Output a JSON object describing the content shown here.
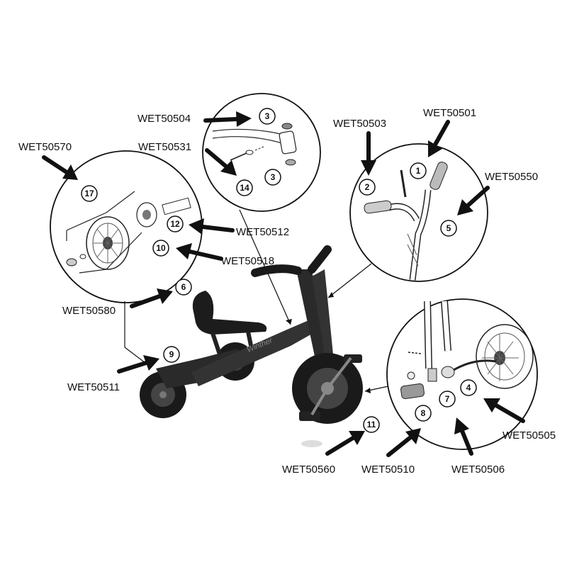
{
  "part_codes": {
    "wet50504": "WET50504",
    "wet50531": "WET50531",
    "wet50503": "WET50503",
    "wet50501": "WET50501",
    "wet50550": "WET50550",
    "wet50570": "WET50570",
    "wet50512": "WET50512",
    "wet50518": "WET50518",
    "wet50580": "WET50580",
    "wet50511": "WET50511",
    "wet50505": "WET50505",
    "wet50560": "WET50560",
    "wet50510": "WET50510",
    "wet50506": "WET50506"
  },
  "part_numbers": {
    "p1": "1",
    "p2": "2",
    "p3a": "3",
    "p3b": "3",
    "p4": "4",
    "p5": "5",
    "p6": "6",
    "p7": "7",
    "p8": "8",
    "p9": "9",
    "p10": "10",
    "p11": "11",
    "p12": "12",
    "p14": "14",
    "p17": "17"
  },
  "branding": {
    "frame_logo": "Winther"
  }
}
